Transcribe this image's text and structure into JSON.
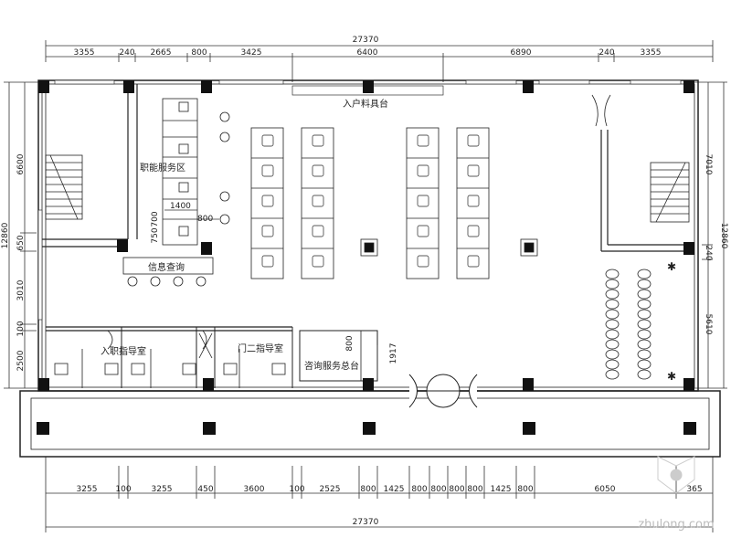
{
  "top_dims": {
    "total": "27370",
    "segments": [
      "3355",
      "240",
      "2665",
      "800",
      "3425",
      "6400",
      "6890",
      "240",
      "3355"
    ]
  },
  "bottom_dims": {
    "total": "27370",
    "segments": [
      "3255",
      "100",
      "3255",
      "450",
      "3600",
      "100",
      "2525",
      "800",
      "1425",
      "800",
      "800",
      "800",
      "800",
      "1425",
      "800",
      "6050",
      "365"
    ]
  },
  "left_dims": {
    "total": "12860",
    "segments": [
      "6600",
      "650",
      "3010",
      "100",
      "2500"
    ]
  },
  "right_dims": {
    "total": "12860",
    "segments": [
      "7010",
      "240",
      "5610"
    ]
  },
  "inner_dims": {
    "d1400": "1400",
    "d800a": "800",
    "d750": "750",
    "d700": "700",
    "d800b": "800",
    "d1917": "1917"
  },
  "rooms": {
    "entrance_note": "入户料具台",
    "functional_area": "职能服务区",
    "info_desk": "信息查询",
    "office_a": "入职指导室",
    "office_b": "门二指导室",
    "service_desk": "咨询服务总台"
  },
  "watermark": "zhulong.com"
}
